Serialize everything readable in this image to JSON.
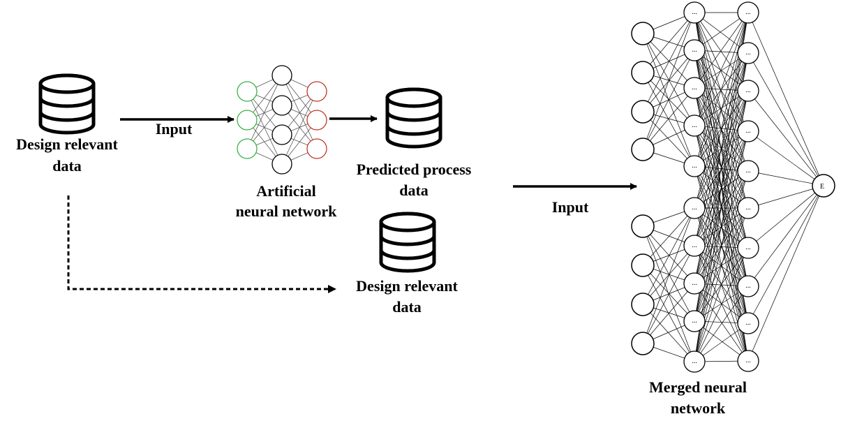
{
  "diagram": {
    "labels": {
      "source_data": [
        "Design relevant",
        "data"
      ],
      "input_1": "Input",
      "ann": [
        "Artificial",
        "neural network"
      ],
      "predicted": [
        "Predicted process",
        "data"
      ],
      "design_data_2": [
        "Design relevant",
        "data"
      ],
      "input_2": "Input",
      "merged": [
        "Merged neural",
        "network"
      ]
    },
    "hidden_node_text": "...",
    "output_node_text": "E",
    "colors": {
      "ann_input_nodes": "#3cb043",
      "ann_output_nodes": "#c0392b",
      "stroke": "#000000"
    }
  }
}
